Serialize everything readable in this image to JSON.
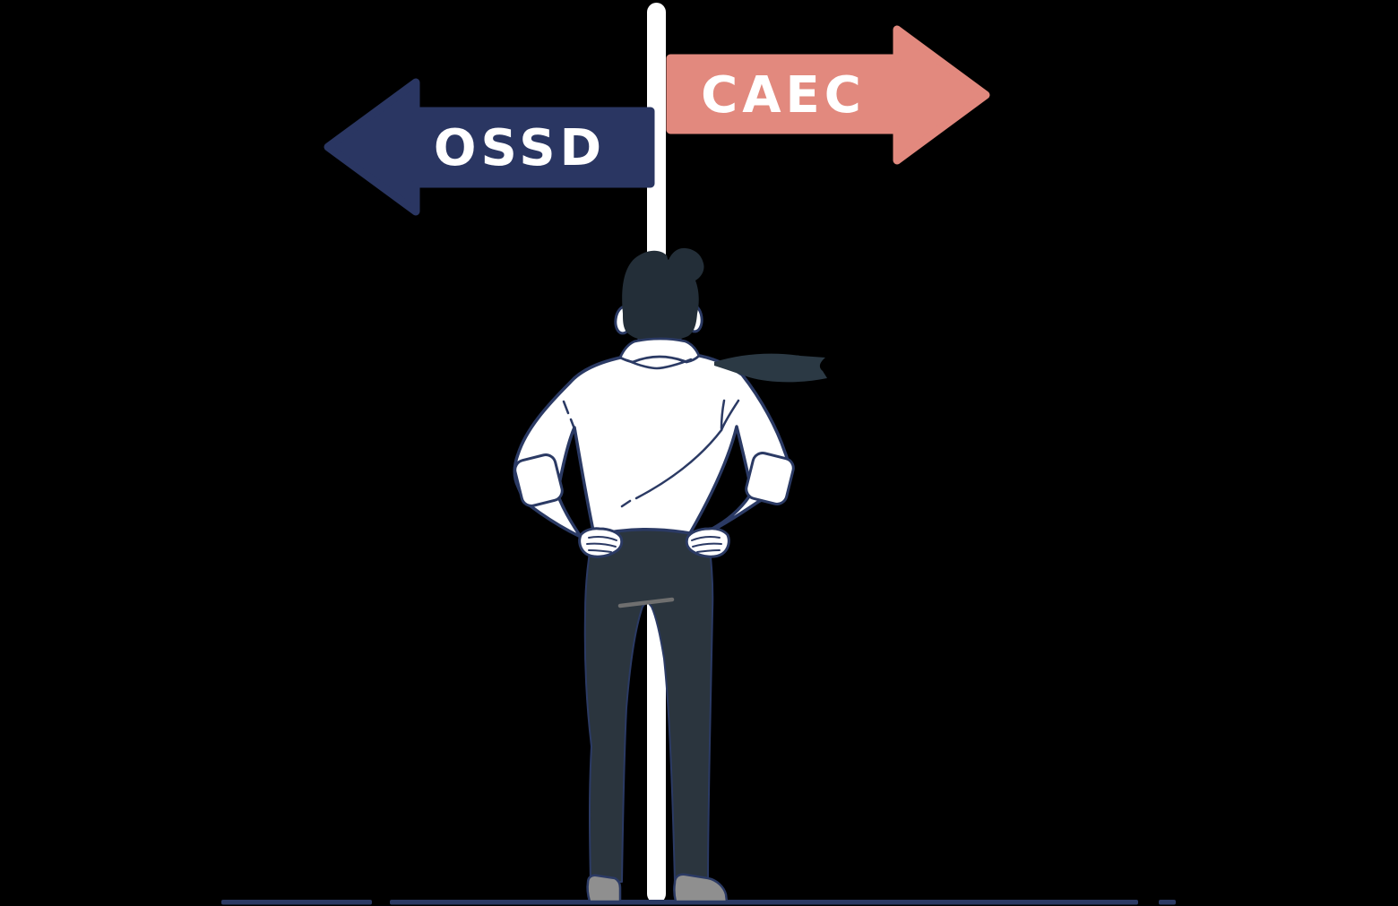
{
  "illustration": {
    "description": "Person standing at a signpost choosing between two directions",
    "signpost": {
      "left_label": "OSSD",
      "right_label": "CAEC",
      "left_arrow_direction": "left",
      "right_arrow_direction": "right"
    },
    "colors": {
      "background": "#000000",
      "navy_arrow": "#2a3662",
      "pink_arrow": "#e2897e",
      "label_text": "#ffffff",
      "pole_white": "#ffffff",
      "outline_navy": "#2b3a64",
      "hair_dark": "#232e38",
      "tie_dark": "#2b3944",
      "pants_dark": "#2b353e",
      "shirt_white": "#ffffff",
      "shoe_gray": "#8f8f8f",
      "crotch_dash_gray": "#6f6f6f",
      "ground_line": "#2b3a64"
    }
  }
}
